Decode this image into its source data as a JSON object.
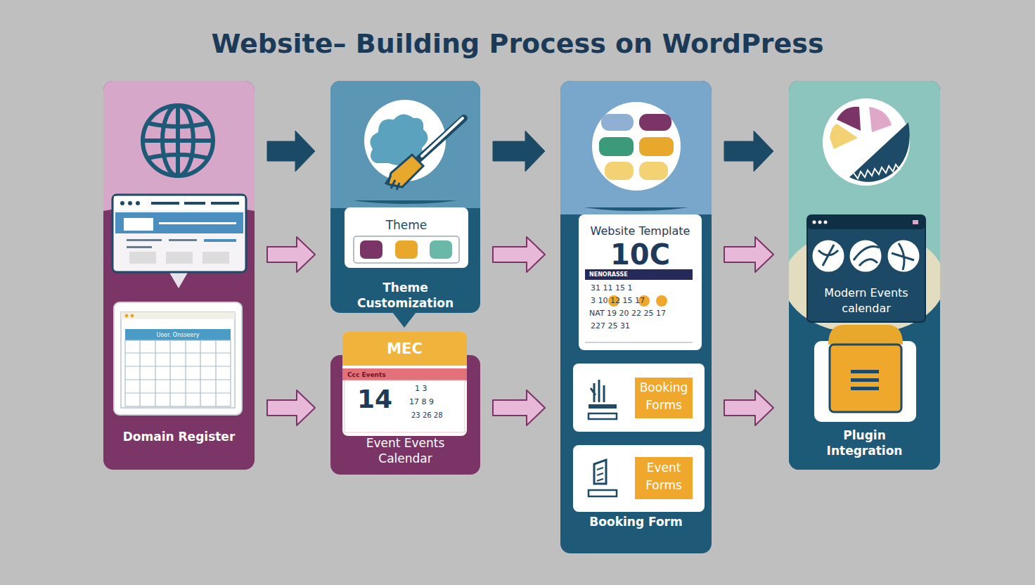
{
  "diagram": {
    "title": "Website– Building Process on WordPress",
    "nodes": [
      {
        "text": [
          "Domain Register"
        ]
      },
      {
        "text": [
          "Uoor. Onsseery"
        ],
        "in": 0
      },
      {
        "text": [
          "Theme Customization"
        ]
      },
      {
        "text": [
          "Theme"
        ],
        "in": 2
      },
      {
        "text": [
          "Event Events Calendar"
        ]
      },
      {
        "text": [
          "MEC"
        ],
        "in": 4
      },
      {
        "text": [
          "Booking Form"
        ]
      },
      {
        "text": [
          "Website Template",
          "10C"
        ],
        "in": 6
      },
      {
        "text": [
          "Booking Forms"
        ],
        "in": 6
      },
      {
        "text": [
          "Event Forms"
        ],
        "in": 6
      },
      {
        "text": [
          "Plugin Integration"
        ]
      },
      {
        "text": [
          "Modern Events calendar"
        ],
        "in": 10
      }
    ],
    "edges": [
      {
        "from": 0,
        "to": 2,
        "arrow": "to"
      },
      {
        "from": 2,
        "to": 6,
        "arrow": "to"
      },
      {
        "from": 6,
        "to": 10,
        "arrow": "to"
      },
      {
        "from": 0,
        "to": 3,
        "arrow": "to"
      },
      {
        "from": 3,
        "to": 7,
        "arrow": "to"
      },
      {
        "from": 7,
        "to": 11,
        "arrow": "to"
      },
      {
        "from": 1,
        "to": 5,
        "arrow": "to"
      },
      {
        "from": 5,
        "to": 8,
        "arrow": "to"
      },
      {
        "from": 8,
        "to": 10,
        "arrow": "to"
      }
    ],
    "labels": [
      "Ccc Events",
      "14",
      "1 3",
      "17 8 9",
      "23 26 28",
      "NENORASSE",
      "31 11 15 1",
      "3 10 12 15 17",
      "NAT 19 20 22 25 17",
      "227 25 31"
    ]
  }
}
